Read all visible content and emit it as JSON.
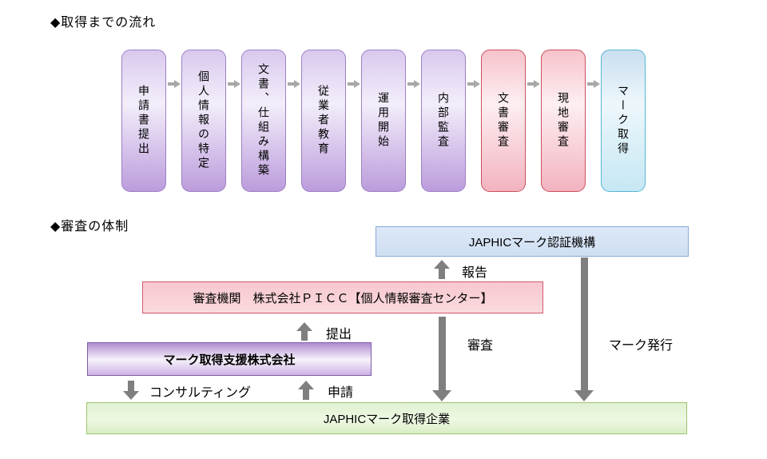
{
  "section1": {
    "title": "◆取得までの流れ",
    "steps": [
      {
        "label": "申請書提出",
        "type": "purple"
      },
      {
        "label": "個人情報の特定",
        "type": "purple"
      },
      {
        "label": "文書、仕組み構築",
        "type": "purple"
      },
      {
        "label": "従業者教育",
        "type": "purple"
      },
      {
        "label": "運用開始",
        "type": "purple"
      },
      {
        "label": "内部監査",
        "type": "purple"
      },
      {
        "label": "文書審査",
        "type": "pink"
      },
      {
        "label": "現地審査",
        "type": "pink"
      },
      {
        "label": "マーク取得",
        "type": "blue"
      }
    ]
  },
  "section2": {
    "title": "◆審査の体制",
    "boxes": {
      "certifier": "JAPHICマーク認証機構",
      "examiner": "審査機関　株式会社ＰＩＣＣ【個人情報審査センター】",
      "support": "マーク取得支援株式会社",
      "company": "JAPHICマーク取得企業"
    },
    "labels": {
      "report": "報告",
      "submit": "提出",
      "consulting": "コンサルティング",
      "apply": "申請",
      "examine": "審査",
      "issue": "マーク発行"
    }
  },
  "icons": {
    "flow_connector": "right-block-arrow",
    "up_connector": "up-block-arrow",
    "down_connector": "down-block-arrow"
  },
  "colors": {
    "step_purple_border": "#9d7fc4",
    "step_pink_border": "#c9505f",
    "step_blue_border": "#55b7d3",
    "certifier_border": "#89a9d4",
    "examiner_border": "#cf5a68",
    "support_border": "#7e5fa5",
    "company_border": "#9dc56e",
    "small_arrow_gray": "#a8a8a8",
    "big_arrow_gray": "#7f7f7f",
    "background": "#ffffff"
  }
}
